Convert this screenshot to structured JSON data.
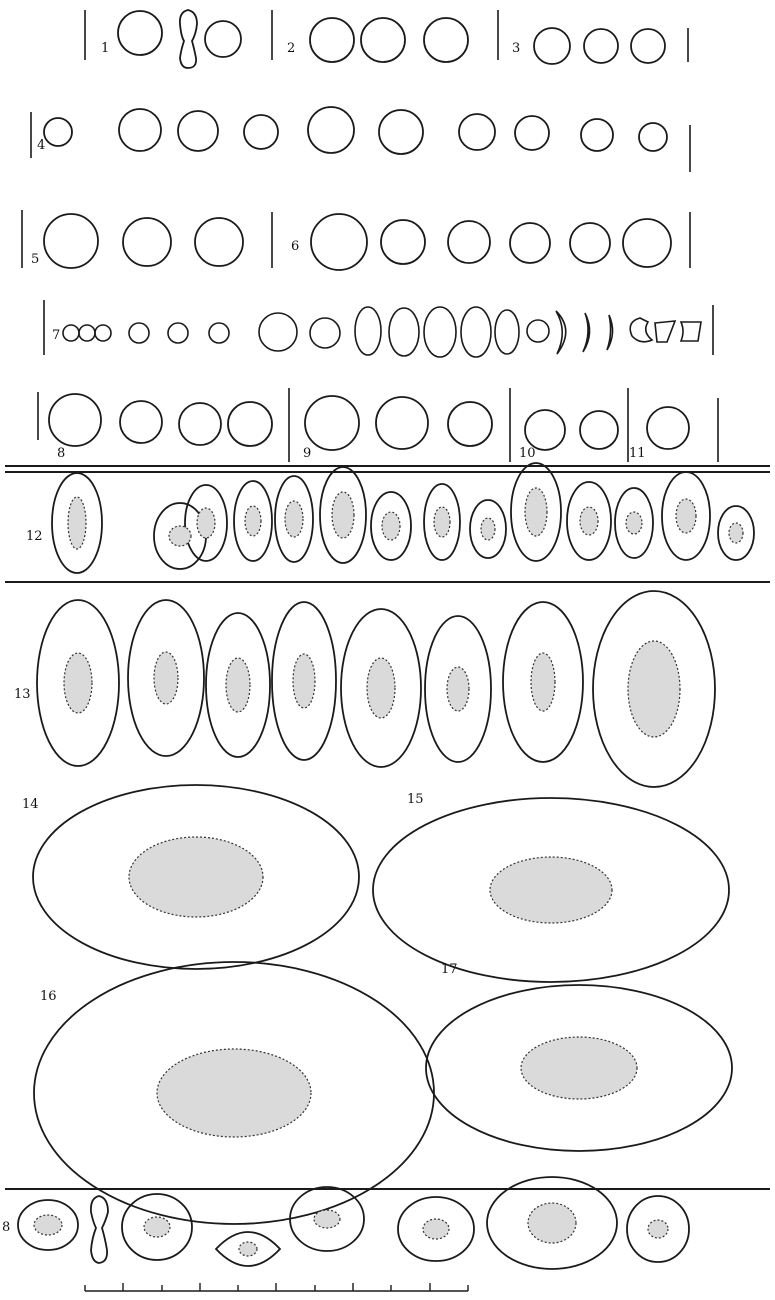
{
  "figure_labels": [
    "1",
    "2",
    "3",
    "4",
    "5",
    "6",
    "7",
    "8",
    "9",
    "10",
    "11",
    "12",
    "13",
    "14",
    "15",
    "16",
    "17",
    "8"
  ],
  "colors": {
    "ink": "#1a1a1a",
    "paper": "#ffffff",
    "stipple": "#333333"
  }
}
